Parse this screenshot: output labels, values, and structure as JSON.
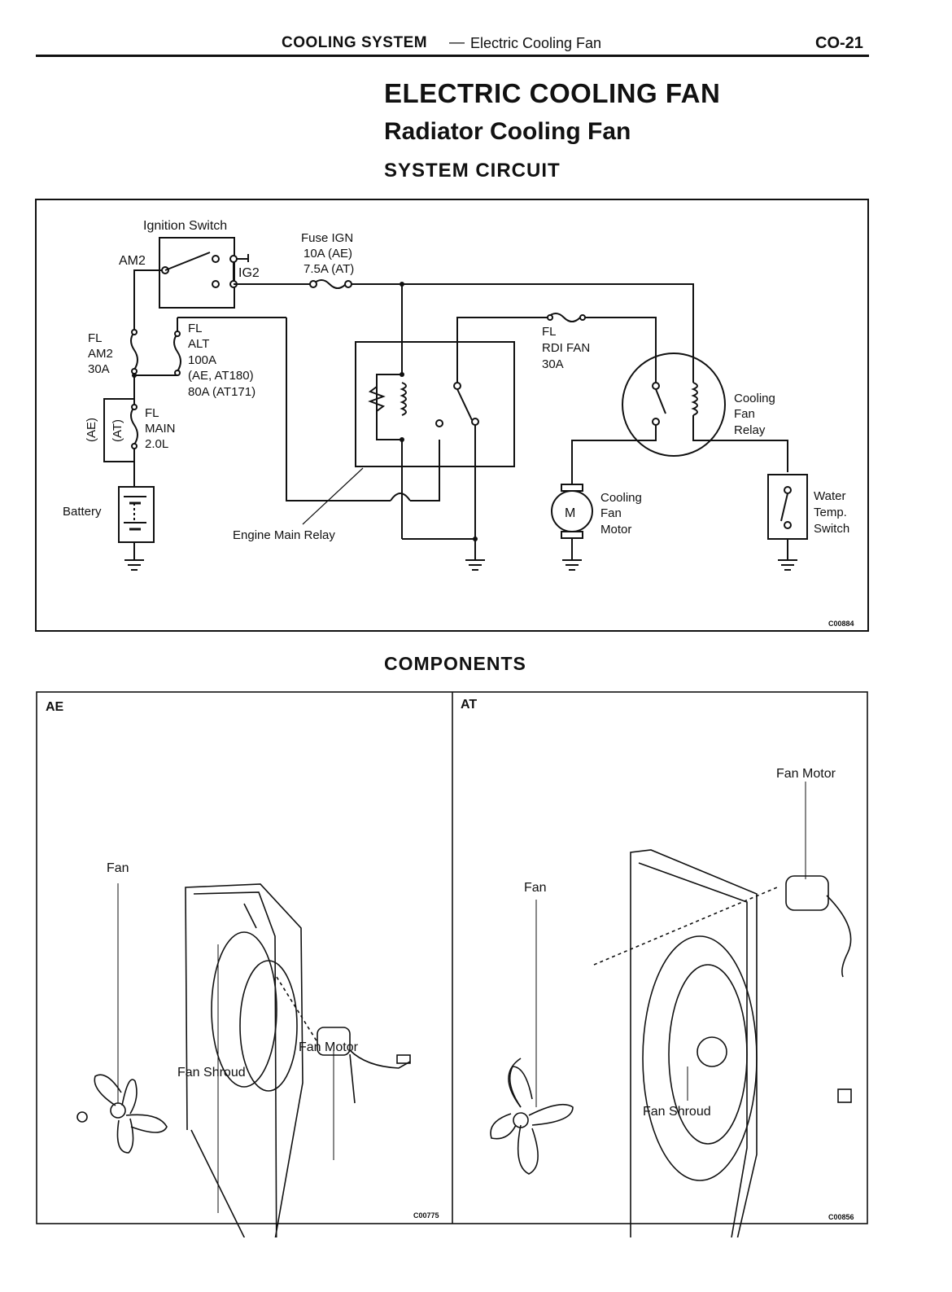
{
  "header": {
    "section": "COOLING SYSTEM",
    "dash": "—",
    "subsection": "Electric Cooling Fan",
    "page_number": "CO-21"
  },
  "titles": {
    "main": "ELECTRIC COOLING FAN",
    "sub": "Radiator Cooling Fan",
    "circuit_heading": "SYSTEM CIRCUIT",
    "components_heading": "COMPONENTS"
  },
  "circuit": {
    "ignition_switch": "Ignition Switch",
    "am2": "AM2",
    "ig2": "IG2",
    "fuse_ign": [
      "Fuse IGN",
      "10A (AE)",
      "7.5A (AT)"
    ],
    "fl_am2": [
      "FL",
      "AM2",
      "30A"
    ],
    "fl_alt": [
      "FL",
      "ALT",
      "100A",
      "(AE, AT180)",
      "80A (AT171)"
    ],
    "fl_main": [
      "FL",
      "MAIN",
      "2.0L"
    ],
    "ae": "(AE)",
    "at": "(AT)",
    "battery": "Battery",
    "engine_main_relay": "Engine Main Relay",
    "fl_rdi": [
      "FL",
      "RDI FAN",
      "30A"
    ],
    "cooling_fan_relay": [
      "Cooling",
      "Fan",
      "Relay"
    ],
    "motor_symbol": "M",
    "cooling_fan_motor": [
      "Cooling",
      "Fan",
      "Motor"
    ],
    "water_temp_switch": [
      "Water",
      "Temp.",
      "Switch"
    ],
    "code": "C00884"
  },
  "components": {
    "ae": {
      "label": "AE",
      "fan": "Fan",
      "fan_shroud": "Fan Shroud",
      "fan_motor": "Fan Motor",
      "code": "C00775"
    },
    "at": {
      "label": "AT",
      "fan": "Fan",
      "fan_shroud": "Fan Shroud",
      "fan_motor": "Fan Motor",
      "code": "C00856"
    }
  }
}
